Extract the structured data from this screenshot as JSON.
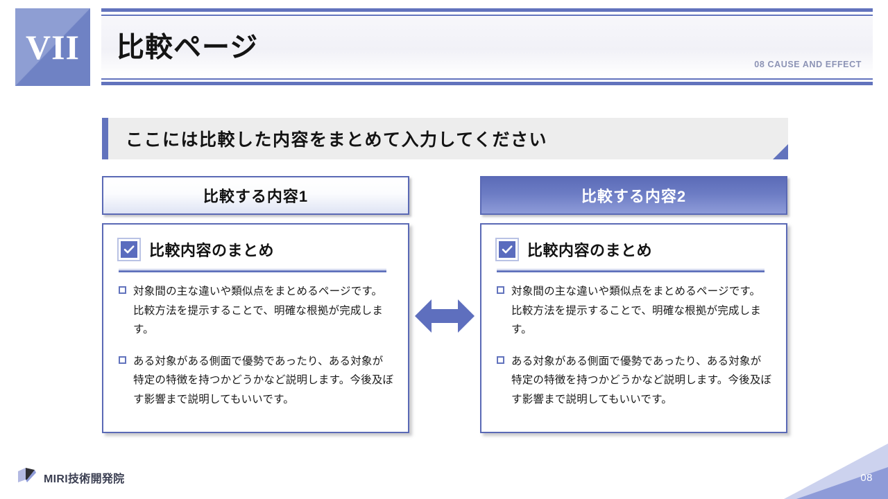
{
  "header": {
    "chapter_number": "VII",
    "title": "比較ページ",
    "eyebrow": "08 CAUSE AND EFFECT"
  },
  "subtitle": {
    "text": "ここには比較した内容をまとめて入力してください"
  },
  "columns": [
    {
      "header_label": "比較する内容1",
      "card_title": "比較内容のまとめ",
      "bullets": [
        "対象間の主な違いや類似点をまとめるページです。 比較方法を提示することで、明確な根拠が完成します。",
        "ある対象がある側面で優勢であったり、ある対象が特定の特徴を持つかどうかなど説明します。今後及ぼす影響まで説明してもいいです。"
      ]
    },
    {
      "header_label": "比較する内容2",
      "card_title": "比較内容のまとめ",
      "bullets": [
        "対象間の主な違いや類似点をまとめるページです。 比較方法を提示することで、明確な根拠が完成します。",
        "ある対象がある側面で優勢であったり、ある対象が特定の特徴を持つかどうかなど説明します。今後及ぼす影響まで説明してもいいです。"
      ]
    }
  ],
  "footer": {
    "logo_text": "MIRI技術開発院",
    "page_number": "08"
  },
  "colors": {
    "accent": "#6273bd",
    "accent_dark": "#5a69b5",
    "accent_light": "#8e9bd8",
    "banner_bg": "#ededed",
    "eyebrow_text": "#8c93b5"
  }
}
